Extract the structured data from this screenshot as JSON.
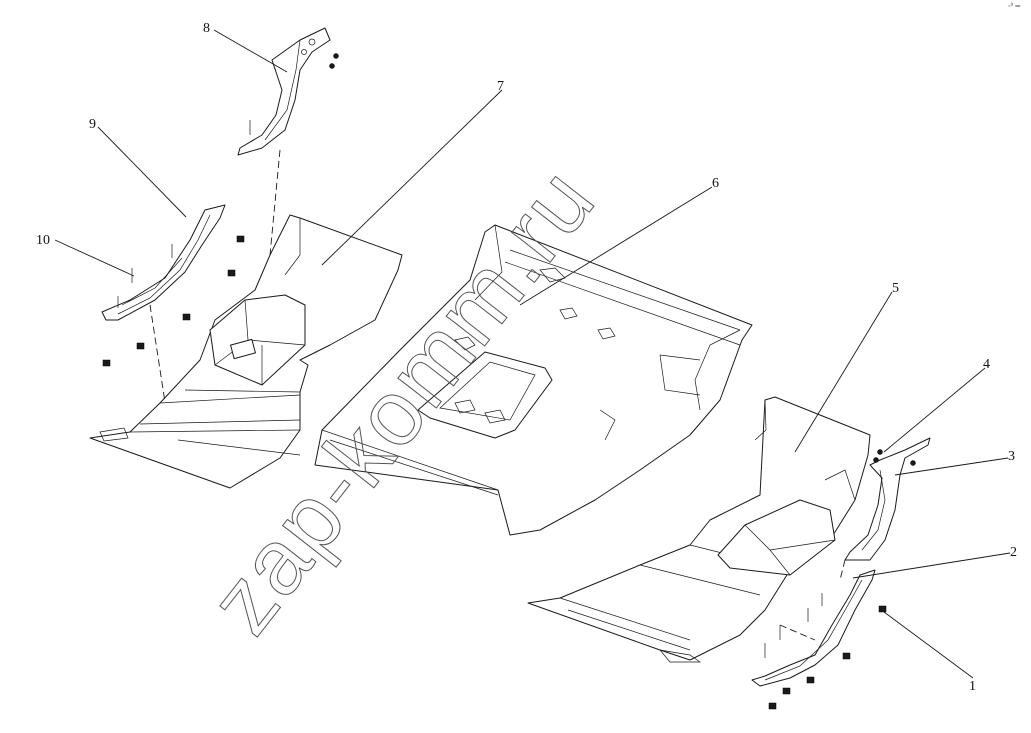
{
  "diagram": {
    "callouts": [
      {
        "id": "1",
        "label": "1"
      },
      {
        "id": "2",
        "label": "2"
      },
      {
        "id": "3",
        "label": "3"
      },
      {
        "id": "4",
        "label": "4"
      },
      {
        "id": "5",
        "label": "5"
      },
      {
        "id": "6",
        "label": "6"
      },
      {
        "id": "7",
        "label": "7"
      },
      {
        "id": "8",
        "label": "8"
      },
      {
        "id": "9",
        "label": "9"
      },
      {
        "id": "10",
        "label": "10"
      }
    ],
    "watermark": "zap-komm.ru",
    "corner_mark": "◦⁰ ═"
  }
}
